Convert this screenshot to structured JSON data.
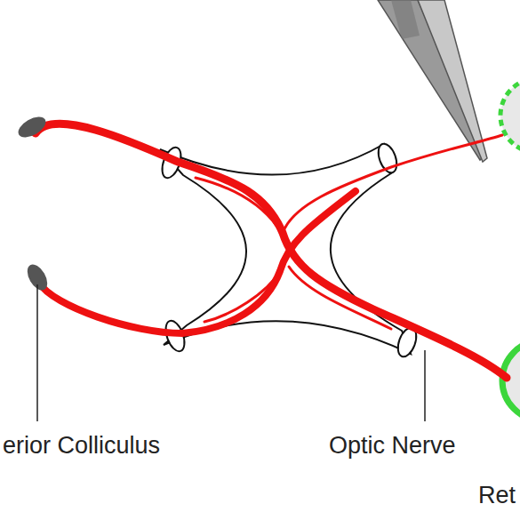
{
  "diagram": {
    "labels": [
      "erior Colliculus",
      "Optic Nerve",
      "Ret"
    ]
  }
}
